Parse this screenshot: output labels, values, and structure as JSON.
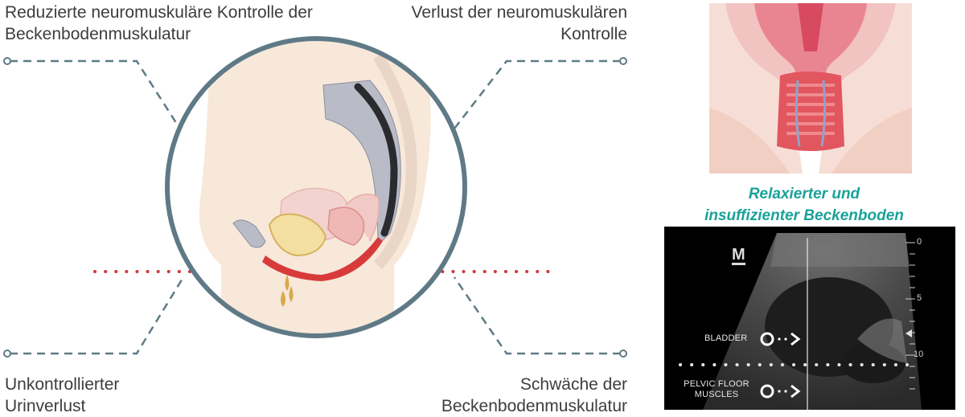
{
  "labels": {
    "top_left": [
      "Reduzierte neuromuskuläre Kontrolle der",
      "Beckenbodenmuskulatur"
    ],
    "top_right": [
      "Verlust der neuromuskulären",
      "Kontrolle"
    ],
    "bottom_left": [
      "Unkontrollierter",
      "Urinverlust"
    ],
    "bottom_right": [
      "Schwäche der",
      "Beckenbodenmuskulatur"
    ]
  },
  "caption": [
    "Relaxierter und",
    "insuffizienter Beckenboden"
  ],
  "ultrasound": {
    "logo": "M",
    "bladder_label": "BLADDER",
    "pelvic_label": [
      "PELVIC FLOOR",
      "MUSCLES"
    ],
    "scale": [
      "0",
      "5",
      "10"
    ]
  },
  "colors": {
    "connector": "#5f7a86",
    "circle": "#5f7a86",
    "pelvic_floor": "#d83a3a",
    "dotted_line": "#cf3a3a",
    "caption": "#19a29a",
    "skin": "#f6e6d8"
  },
  "icons": {
    "connector_end": "circle-endpoint-icon",
    "arrow": "dotted-arrow-icon"
  }
}
